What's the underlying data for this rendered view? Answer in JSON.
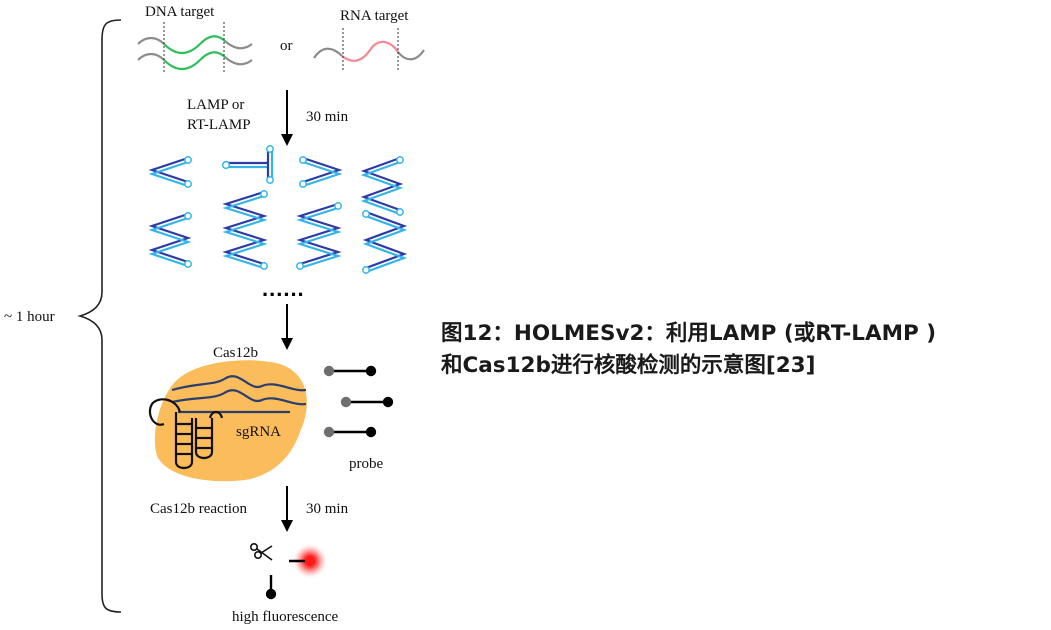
{
  "labels": {
    "dna_target": "DNA target",
    "or": "or",
    "rna_target": "RNA target",
    "lamp_line1": "LAMP or",
    "lamp_line2": "RT-LAMP",
    "time_step1": "30 min",
    "dots": "......",
    "cas12b": "Cas12b",
    "sgrna": "sgRNA",
    "probe": "probe",
    "reaction": "Cas12b reaction",
    "time_step2": "30 min",
    "high_fluorescence": "high fluorescence",
    "total_time": "~ 1 hour"
  },
  "caption": {
    "line1": "图12：HOLMESv2：利用LAMP (或RT-LAMP )",
    "line2": "和Cas12b进行核酸检测的示意图[23]"
  },
  "colors": {
    "dna_highlight": "#2fbf5a",
    "rna_highlight": "#f28a95",
    "strand_gray": "#8c8c8c",
    "lamp_dark": "#2e3aa8",
    "lamp_light": "#33b5e8",
    "cas12b_body": "#fbbd5c",
    "strand_navy": "#2b3f6e",
    "fluorescence": "#ff2222"
  },
  "icons": [
    "scissors-icon",
    "arrow-down-icon",
    "brace-icon",
    "probe-icon"
  ]
}
